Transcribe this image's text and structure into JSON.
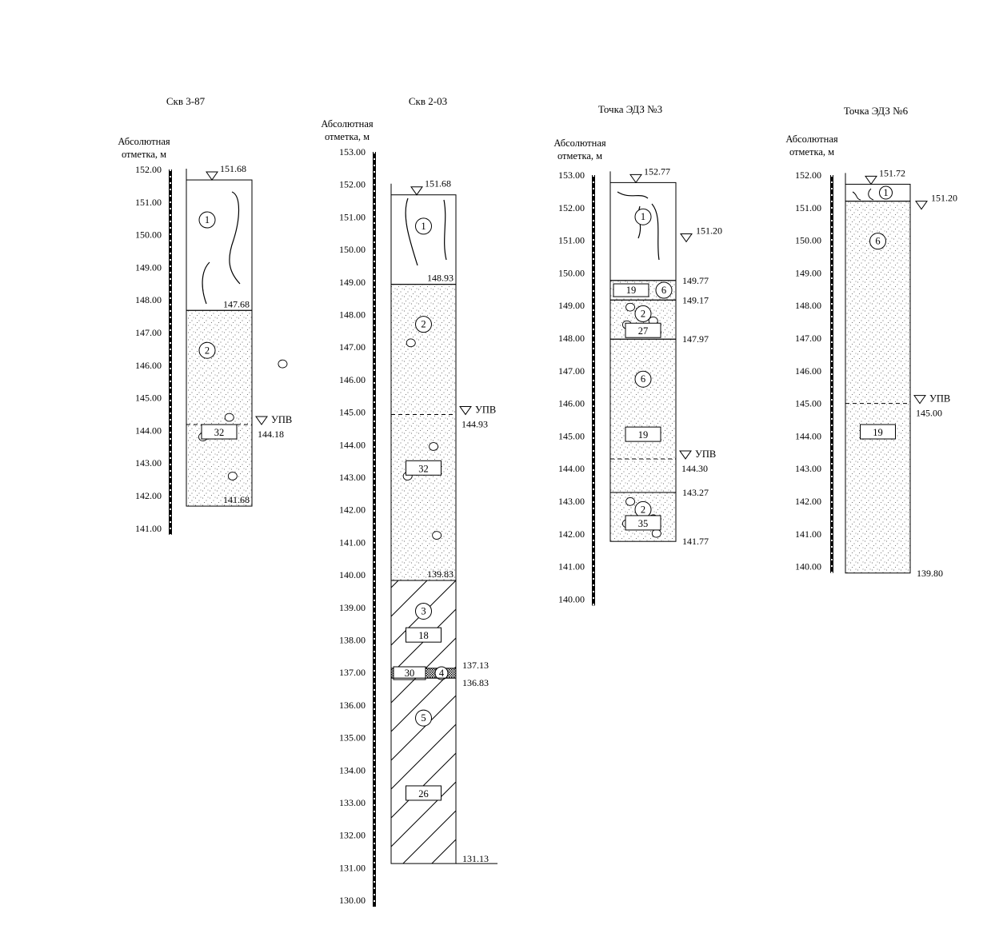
{
  "columns": [
    {
      "id": "skv-3-87",
      "title": "Скв 3-87",
      "header_line1": "Абсолютная",
      "header_line2": "отметка, м",
      "scale_ticks": [
        "152.00",
        "151.00",
        "150.00",
        "149.00",
        "148.00",
        "147.00",
        "146.00",
        "145.00",
        "144.00",
        "143.00",
        "142.00",
        "141.00"
      ],
      "top_elevation": "151.68",
      "water_level": {
        "label": "УПВ",
        "value": "144.18"
      },
      "layers": [
        {
          "soil": "1",
          "pattern": "fill",
          "bottom": "147.68"
        },
        {
          "soil": "2",
          "pattern": "gravelly-sand",
          "bottom": "141.68",
          "sample": "32"
        }
      ]
    },
    {
      "id": "skv-2-03",
      "title": "Скв 2-03",
      "header_line1": "Абсолютная",
      "header_line2": "отметка, м",
      "scale_ticks": [
        "153.00",
        "152.00",
        "151.00",
        "150.00",
        "149.00",
        "148.00",
        "147.00",
        "146.00",
        "145.00",
        "144.00",
        "143.00",
        "142.00",
        "141.00",
        "140.00",
        "139.00",
        "138.00",
        "137.00",
        "136.00",
        "135.00",
        "134.00",
        "133.00",
        "132.00",
        "131.00",
        "130.00"
      ],
      "top_elevation": "151.68",
      "water_level": {
        "label": "УПВ",
        "value": "144.93"
      },
      "layers": [
        {
          "soil": "1",
          "pattern": "fill",
          "bottom": "148.93"
        },
        {
          "soil": "2",
          "pattern": "gravelly-sand",
          "bottom": "139.83",
          "sample": "32"
        },
        {
          "soil": "3",
          "pattern": "loam",
          "bottom": "137.13",
          "sample": "18"
        },
        {
          "soil": "4",
          "pattern": "dense",
          "bottom": "136.83",
          "sample": "30"
        },
        {
          "soil": "5",
          "pattern": "loam",
          "bottom": "131.13",
          "sample": "26"
        }
      ]
    },
    {
      "id": "tochka-edz-3",
      "title": "Точка ЭДЗ №3",
      "header_line1": "Абсолютная",
      "header_line2": "отметка, м",
      "scale_ticks": [
        "153.00",
        "152.00",
        "151.00",
        "150.00",
        "149.00",
        "148.00",
        "147.00",
        "146.00",
        "145.00",
        "144.00",
        "143.00",
        "142.00",
        "141.00",
        "140.00"
      ],
      "top_elevation": "152.77",
      "second_marker": "151.20",
      "water_level": {
        "label": "УПВ",
        "value": "144.30"
      },
      "layers": [
        {
          "soil": "1",
          "pattern": "fill",
          "bottom": "149.77"
        },
        {
          "soil": "6",
          "pattern": "sand",
          "bottom": "149.17",
          "sample": "19"
        },
        {
          "soil": "2",
          "pattern": "gravelly-sand",
          "bottom": "147.97",
          "sample": "27"
        },
        {
          "soil": "6",
          "pattern": "sand",
          "bottom": "143.27",
          "sample": "19"
        },
        {
          "soil": "2",
          "pattern": "gravelly-sand",
          "bottom": "141.77",
          "sample": "35"
        }
      ]
    },
    {
      "id": "tochka-edz-6",
      "title": "Точка ЭДЗ №6",
      "header_line1": "Абсолютная",
      "header_line2": "отметка, м",
      "scale_ticks": [
        "152.00",
        "151.00",
        "150.00",
        "149.00",
        "148.00",
        "147.00",
        "146.00",
        "145.00",
        "144.00",
        "143.00",
        "142.00",
        "141.00",
        "140.00"
      ],
      "top_elevation": "151.72",
      "second_marker": "151.20",
      "water_level": {
        "label": "УПВ",
        "value": "145.00"
      },
      "layers": [
        {
          "soil": "1",
          "pattern": "fill",
          "bottom": "151.20"
        },
        {
          "soil": "6",
          "pattern": "sand",
          "bottom": "139.80",
          "sample": "19"
        }
      ]
    }
  ]
}
